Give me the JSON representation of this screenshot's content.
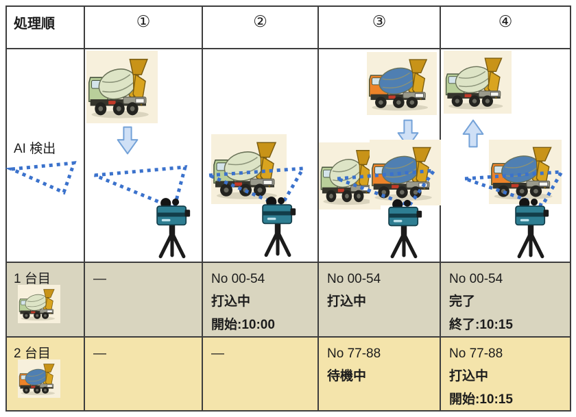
{
  "header": {
    "process_order": "処理順",
    "steps": [
      "①",
      "②",
      "③",
      "④"
    ]
  },
  "ai_row": {
    "label": "AI 検出"
  },
  "status_rows": [
    {
      "label": "1 台目",
      "cells": [
        [
          "—"
        ],
        [
          "No 00-54",
          "打込中",
          "開始:10:00"
        ],
        [
          "No 00-54",
          "打込中"
        ],
        [
          "No 00-54",
          "完了",
          "終了:10:15"
        ]
      ]
    },
    {
      "label": "2 台目",
      "cells": [
        [
          "—"
        ],
        [
          "—"
        ],
        [
          "No 77-88",
          "待機中"
        ],
        [
          "No 77-88",
          "打込中",
          "開始:10:15"
        ]
      ]
    }
  ],
  "icons": {
    "green_truck": "mixer-truck-green",
    "orange_truck": "mixer-truck-orange",
    "camera": "camera-on-tripod",
    "down_arrow": "down-arrow",
    "up_arrow": "up-arrow",
    "detection_zone": "dotted-detection-triangle"
  },
  "colors": {
    "row1_bg": "#d9d5bf",
    "row2_bg": "#f4e4ab",
    "grid_line": "#3d3d3d",
    "detection_blue": "#3b72cc",
    "arrow_fill": "#cfe0f6",
    "arrow_stroke": "#74a2d8",
    "green_truck_cab": "#b9cf9a",
    "green_truck_drum": "#dde4c6",
    "orange_truck_cab": "#ed8329",
    "orange_truck_drum": "#4f7fb2",
    "truck_card_bg": "#f7f0dc",
    "mixer_accent_yellow": "#d9a41f"
  }
}
